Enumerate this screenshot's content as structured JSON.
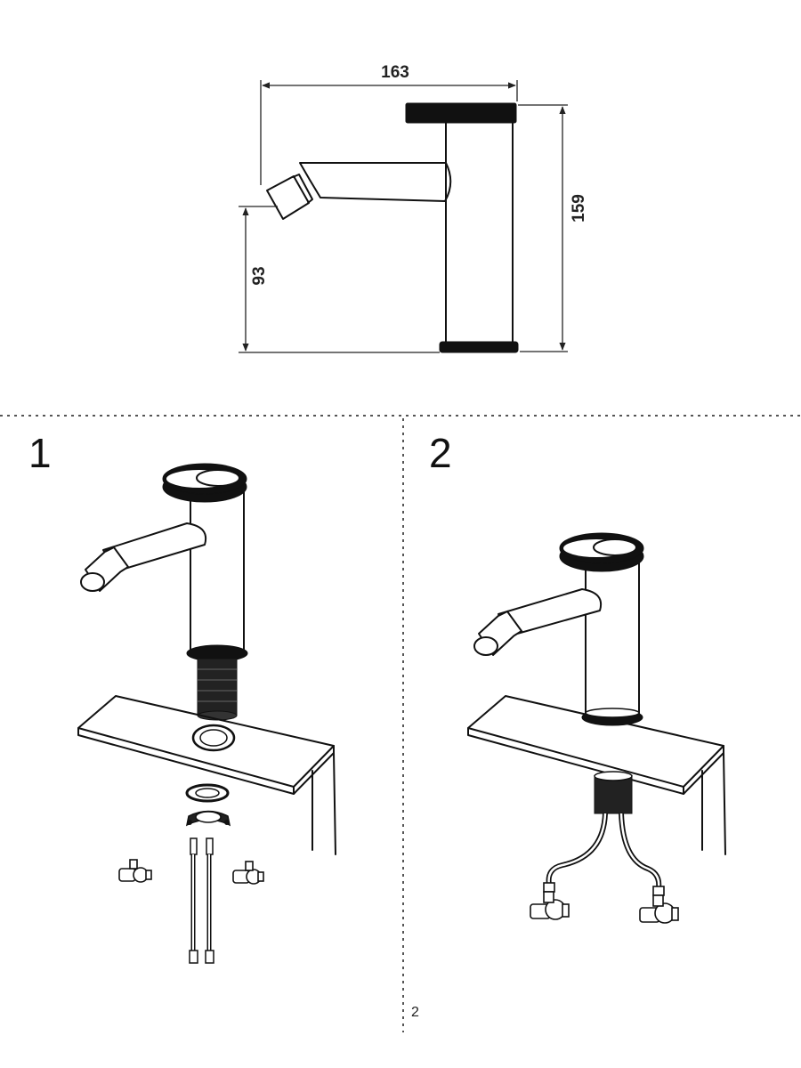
{
  "dimensions": {
    "width": "163",
    "height": "159",
    "spout_height": "93"
  },
  "steps": {
    "step1": "1",
    "step2": "2"
  },
  "page_number": "2"
}
